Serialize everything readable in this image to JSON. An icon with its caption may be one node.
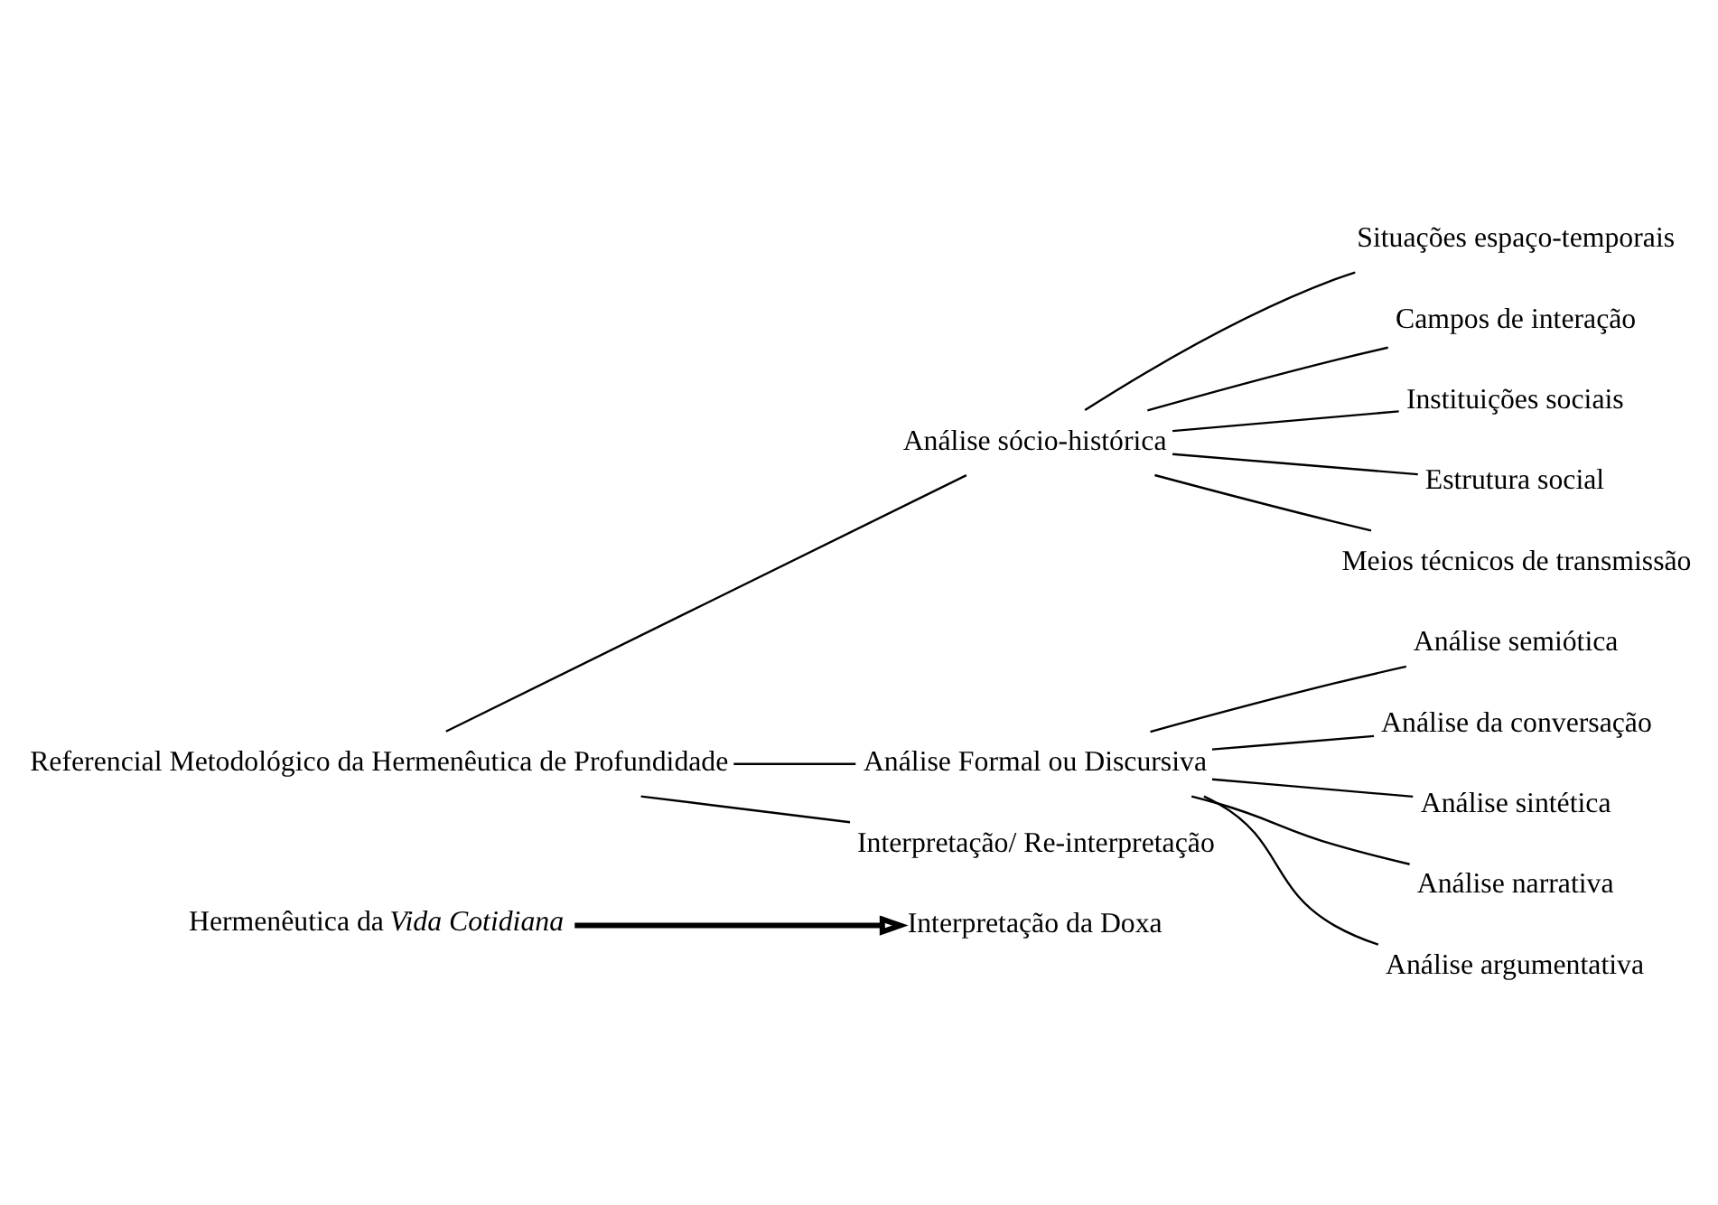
{
  "diagram": {
    "nodes": [
      {
        "text": [
          "Hermenêutica da *Vida Cotidiana*"
        ]
      },
      {
        "text": [
          "Interpretação da Doxa"
        ]
      },
      {
        "text": [
          "Referencial Metodológico da Hermenêutica de Profundidade"
        ]
      },
      {
        "text": [
          "Análise sócio-histórica"
        ]
      },
      {
        "text": [
          "Análise Formal ou Discursiva"
        ]
      },
      {
        "text": [
          "Interpretação/ Re-interpretação"
        ]
      },
      {
        "text": [
          "Situações espaço-temporais"
        ]
      },
      {
        "text": [
          "Campos de interação"
        ]
      },
      {
        "text": [
          "Instituições sociais"
        ]
      },
      {
        "text": [
          "Estrutura social"
        ]
      },
      {
        "text": [
          "Meios técnicos de transmissão"
        ]
      },
      {
        "text": [
          "Análise semiótica"
        ]
      },
      {
        "text": [
          "Análise da conversação"
        ]
      },
      {
        "text": [
          "Análise sintética"
        ]
      },
      {
        "text": [
          "Análise narrativa"
        ]
      },
      {
        "text": [
          "Análise argumentativa"
        ]
      }
    ],
    "edges": [
      {
        "from": 0,
        "to": 1,
        "arrow": "to",
        "style": "thick"
      },
      {
        "from": 2,
        "to": 3,
        "arrow": "none"
      },
      {
        "from": 2,
        "to": 4,
        "arrow": "none"
      },
      {
        "from": 2,
        "to": 5,
        "arrow": "none"
      },
      {
        "from": 3,
        "to": 6,
        "arrow": "none"
      },
      {
        "from": 3,
        "to": 7,
        "arrow": "none"
      },
      {
        "from": 3,
        "to": 8,
        "arrow": "none"
      },
      {
        "from": 3,
        "to": 9,
        "arrow": "none"
      },
      {
        "from": 3,
        "to": 10,
        "arrow": "none"
      },
      {
        "from": 4,
        "to": 11,
        "arrow": "none"
      },
      {
        "from": 4,
        "to": 12,
        "arrow": "none"
      },
      {
        "from": 4,
        "to": 13,
        "arrow": "none"
      },
      {
        "from": 4,
        "to": 14,
        "arrow": "none"
      },
      {
        "from": 4,
        "to": 15,
        "arrow": "none"
      }
    ]
  }
}
